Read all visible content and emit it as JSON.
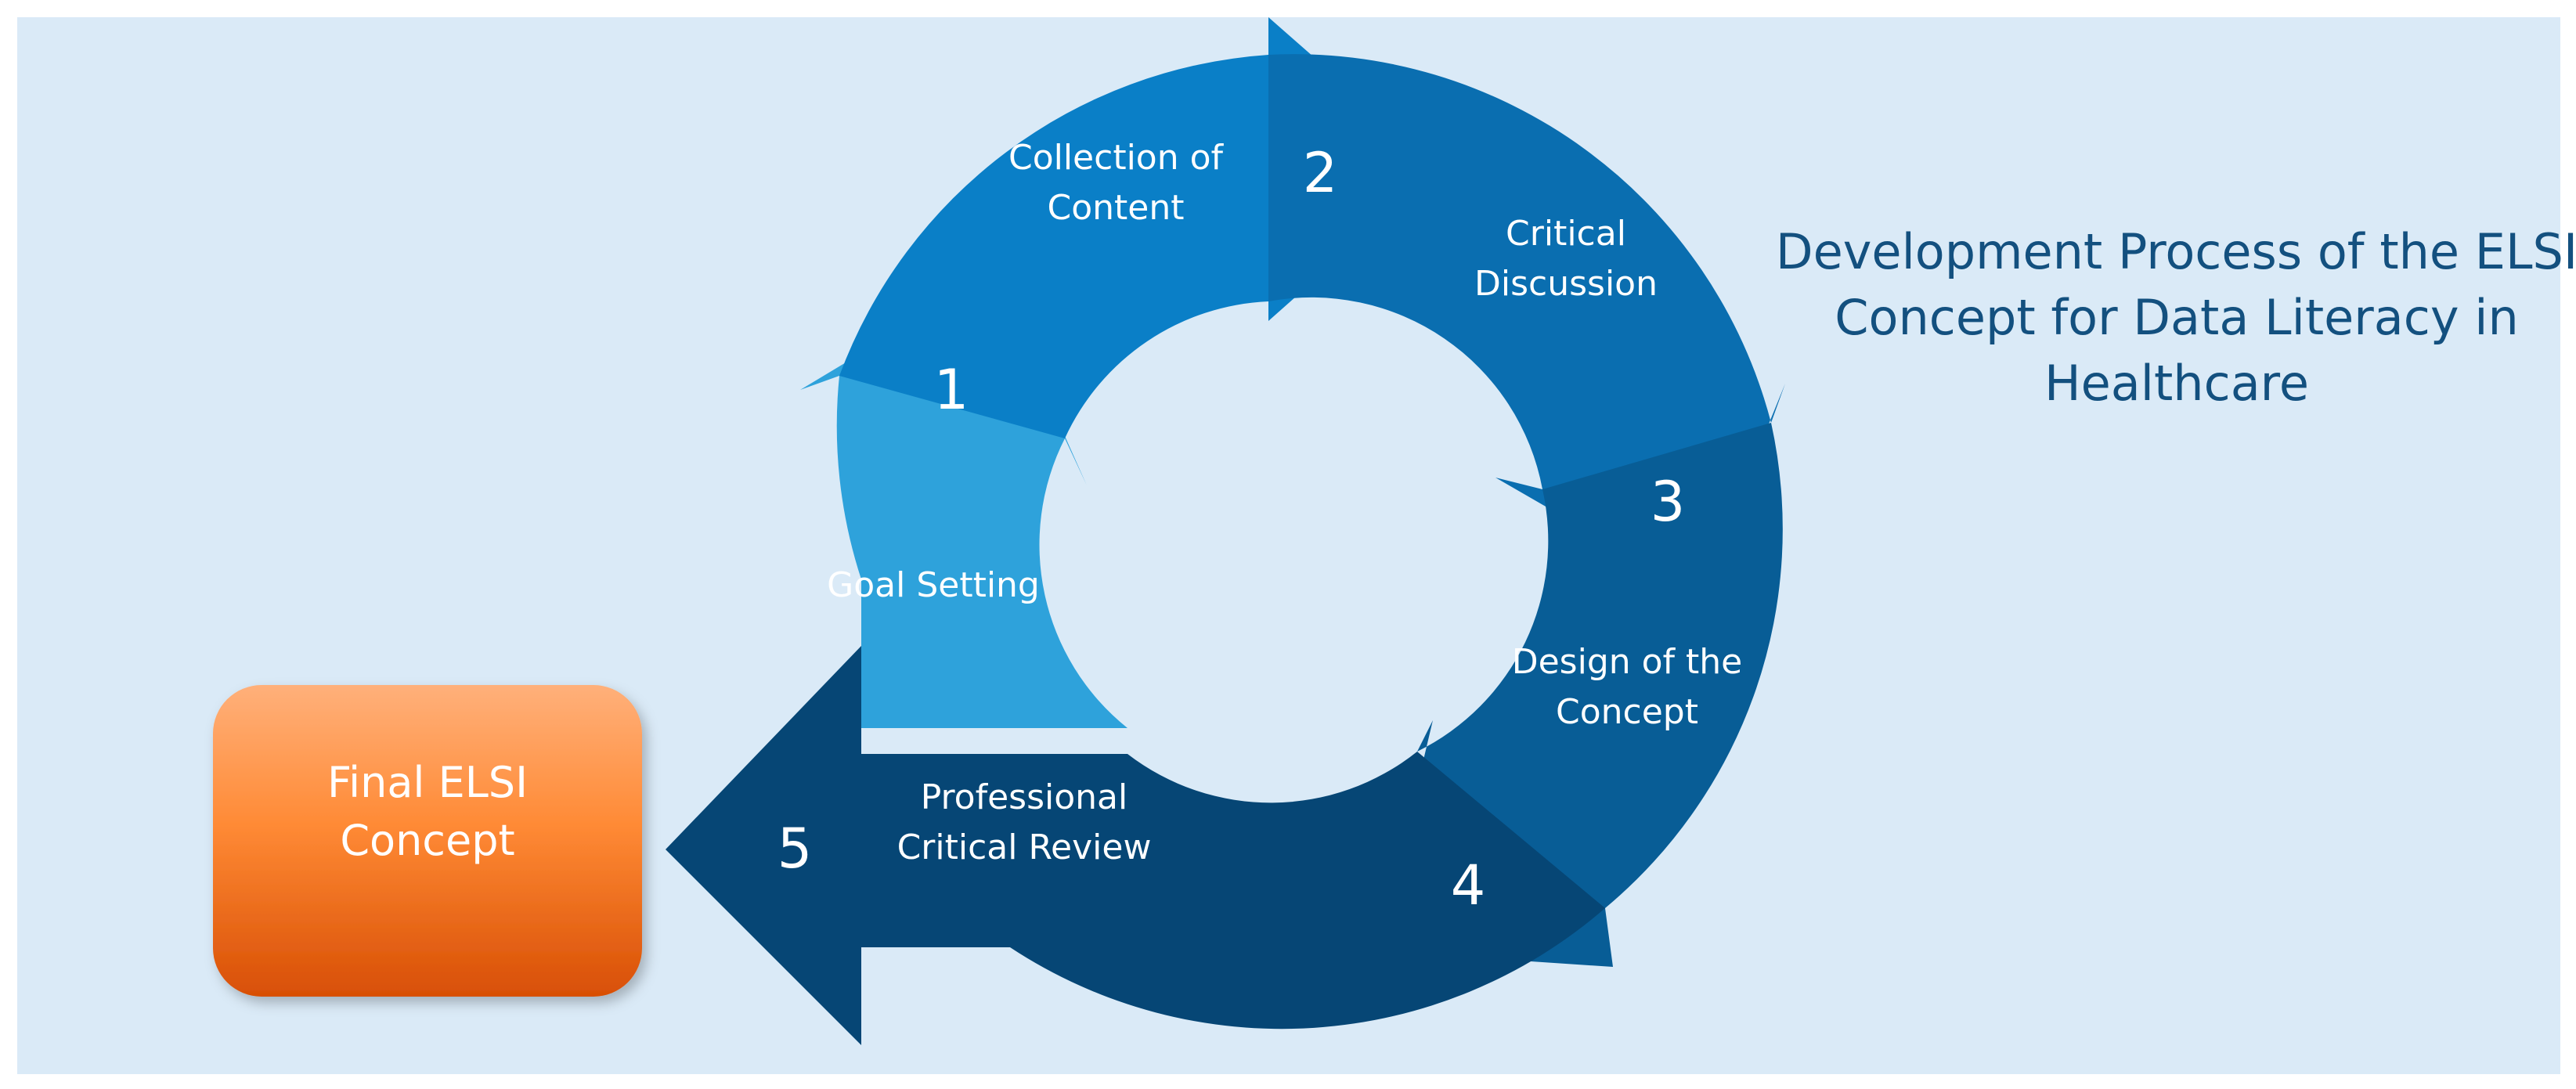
{
  "title": {
    "lines": [
      "Development Process of the ELSI",
      "Concept for Data Literacy in",
      "Healthcare"
    ]
  },
  "steps": [
    {
      "number": "1",
      "label_lines": [
        "Goal Setting"
      ]
    },
    {
      "number": "2",
      "label_lines": [
        "Collection of",
        "Content"
      ]
    },
    {
      "number": "3",
      "label_lines": [
        "Critical",
        "Discussion"
      ]
    },
    {
      "number": "4",
      "label_lines": [
        "Design of the",
        "Concept"
      ]
    },
    {
      "number": "5",
      "label_lines": [
        "Professional",
        "Critical Review"
      ]
    }
  ],
  "final": {
    "label_lines": [
      "Final ELSI",
      "Concept"
    ]
  },
  "colors": {
    "background": "#daeaf7",
    "border": "#ffffff",
    "step1": "#2ea2db",
    "step2": "#0a7fc7",
    "step3": "#0a6eb0",
    "step4": "#085d96",
    "step5": "#064675",
    "final_top": "#ffb07a",
    "final_bottom": "#d84f05",
    "title": "#13507f",
    "label": "#ffffff"
  }
}
